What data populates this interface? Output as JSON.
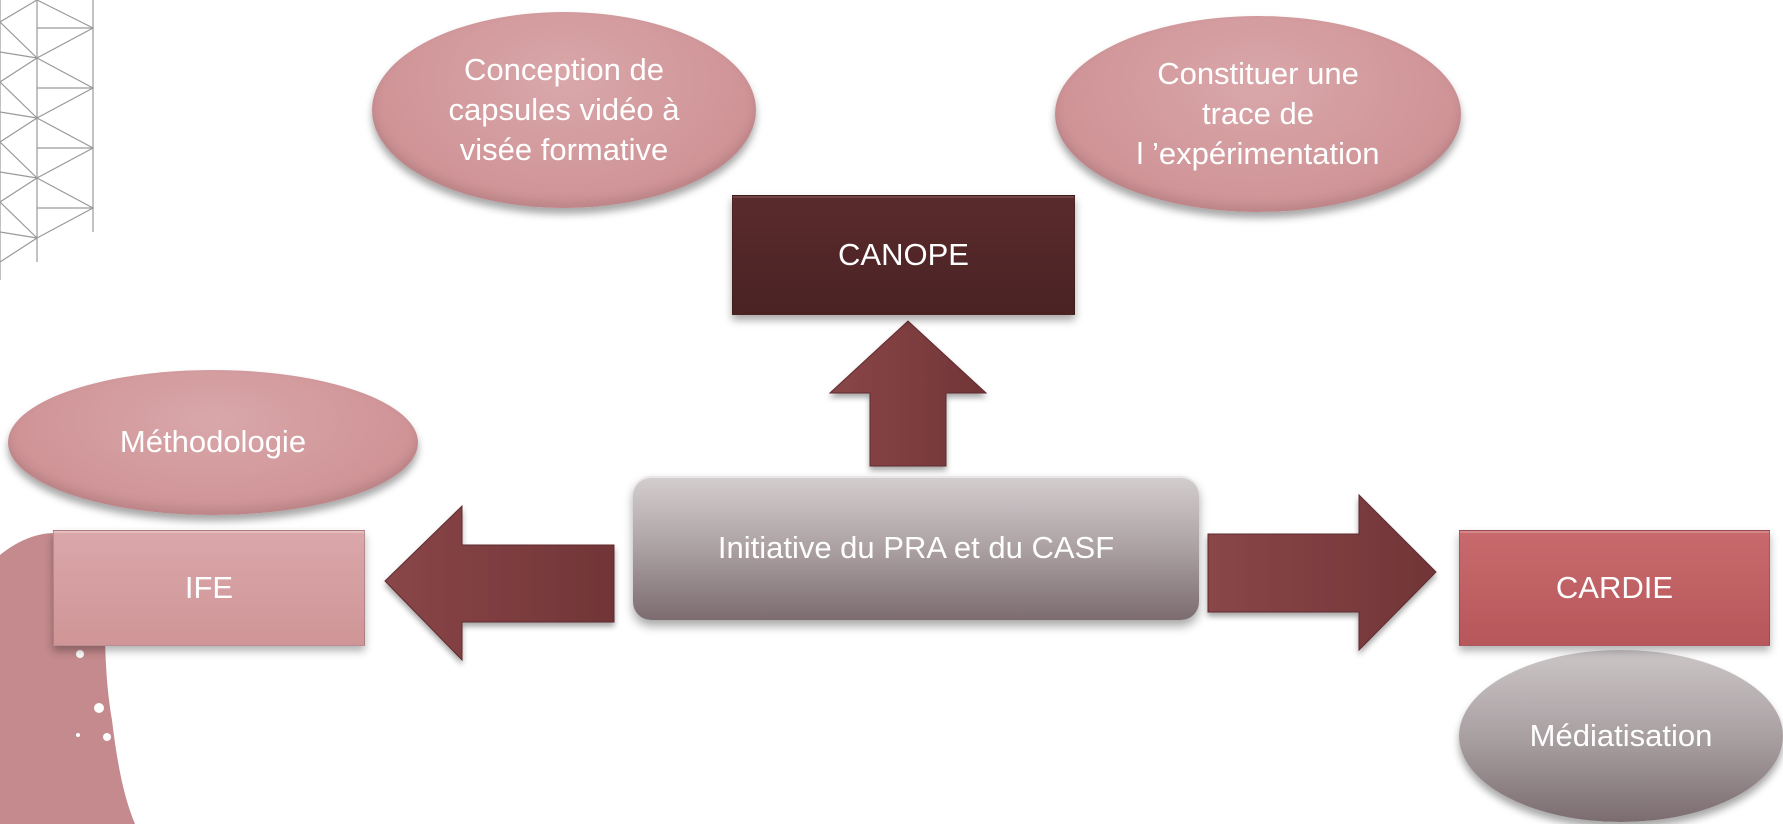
{
  "diagram": {
    "center": {
      "label": "Initiative du PRA et du CASF"
    },
    "nodes": {
      "canope": {
        "label": "CANOPE"
      },
      "ife": {
        "label": "IFE"
      },
      "cardie": {
        "label": "CARDIE"
      }
    },
    "notes": {
      "canope_left": {
        "lines": [
          "Conception de",
          "capsules vidéo à",
          "visée formative"
        ]
      },
      "canope_right": {
        "lines": [
          "Constituer une",
          "trace de",
          "l ’expérimentation"
        ]
      },
      "ife": {
        "label": "Méthodologie"
      },
      "cardie": {
        "label": "Médiatisation"
      }
    },
    "colors": {
      "arrow": "#7d3e40",
      "canope_box": "#4f2526",
      "ife_box": "#d49c9f",
      "cardie_box": "#bf5f63",
      "note_pink": "#d19a9d",
      "decor": "#c58a8d"
    }
  }
}
